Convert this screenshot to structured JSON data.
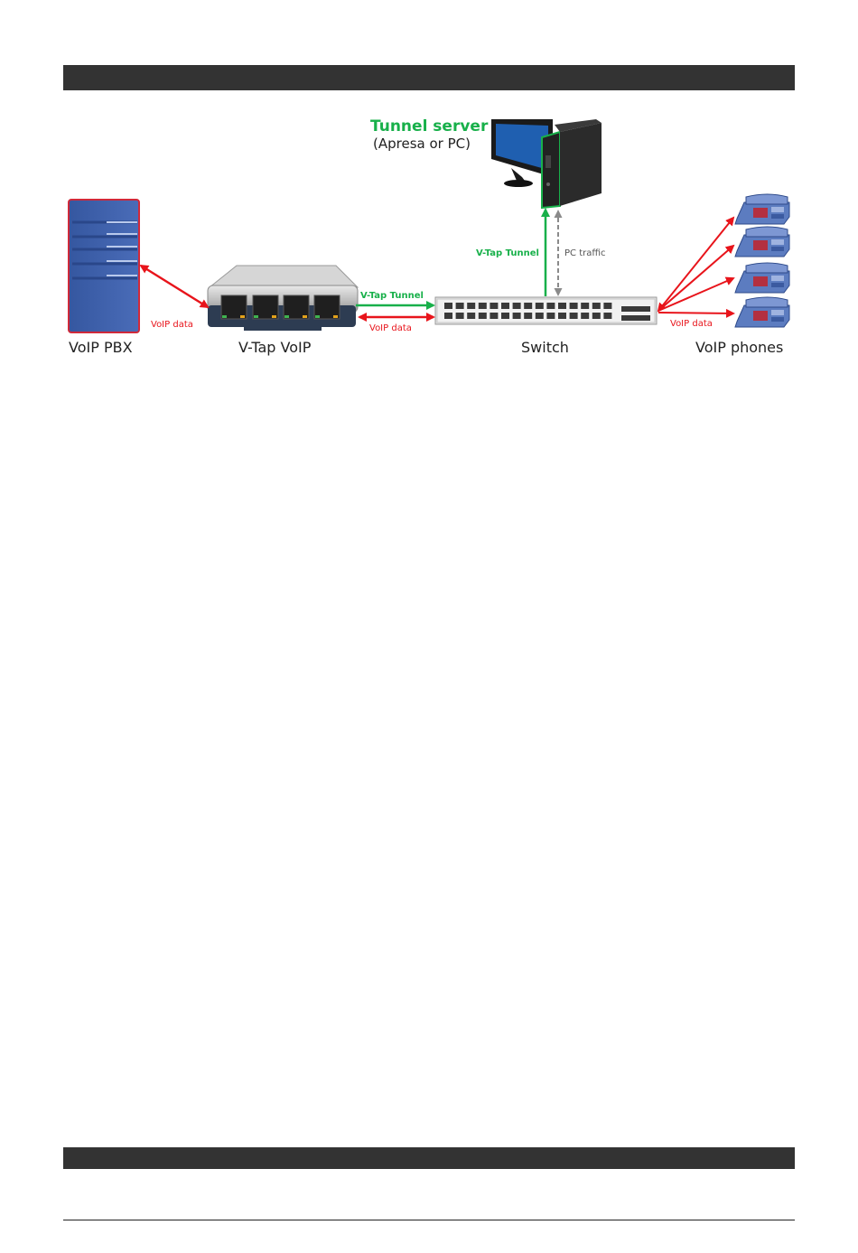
{
  "diagram": {
    "tunnel_server_title": "Tunnel server",
    "tunnel_server_subtitle": "(Apresa or PC)",
    "vtap_tunnel_vertical": "V-Tap Tunnel",
    "pc_traffic": "PC traffic",
    "vtap_tunnel_horizontal": "V-Tap Tunnel",
    "voip_data_pbx": "VoIP data",
    "voip_data_switch": "VoIP data",
    "voip_data_phones": "VoIP data",
    "label_pbx": "VoIP PBX",
    "label_vtap": "V-Tap VoIP",
    "label_switch": "Switch",
    "label_phones": "VoIP phones"
  },
  "colors": {
    "red_link": "#e8141b",
    "green_tunnel": "#18b04a",
    "gray_pc": "#8a8a8a",
    "pbx_blue": "#3d5fa8"
  }
}
